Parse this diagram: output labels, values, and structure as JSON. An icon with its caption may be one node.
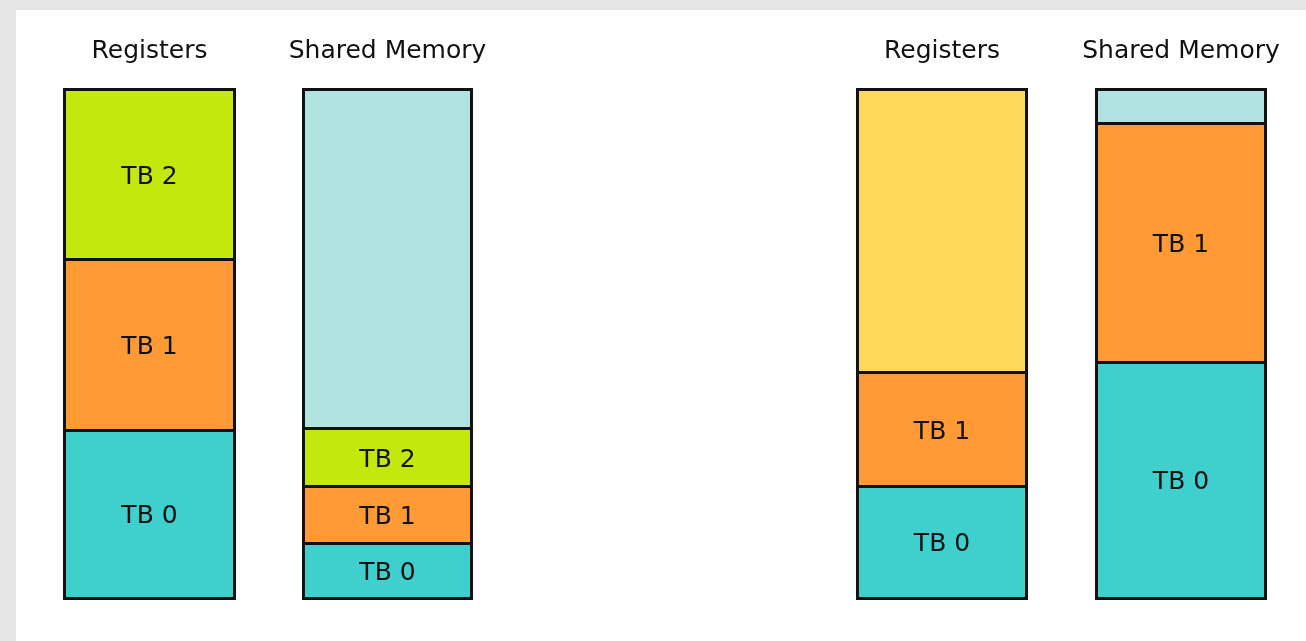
{
  "diagram": {
    "nodes": [
      {
        "text": [
          "Registers"
        ]
      },
      {
        "text": [
          "TB 2"
        ],
        "in": 0
      },
      {
        "text": [
          "TB 1"
        ],
        "in": 0
      },
      {
        "text": [
          "TB 0"
        ],
        "in": 0
      },
      {
        "text": [
          "Shared Memory"
        ]
      },
      {
        "text": [],
        "shape": "box",
        "in": 4
      },
      {
        "text": [
          "TB 2"
        ],
        "in": 4
      },
      {
        "text": [
          "TB 1"
        ],
        "in": 4
      },
      {
        "text": [
          "TB 0"
        ],
        "in": 4
      },
      {
        "text": [
          "Registers"
        ]
      },
      {
        "text": [],
        "shape": "box",
        "in": 9
      },
      {
        "text": [
          "TB 1"
        ],
        "in": 9
      },
      {
        "text": [
          "TB 0"
        ],
        "in": 9
      },
      {
        "text": [
          "Shared Memory"
        ]
      },
      {
        "text": [],
        "shape": "box",
        "in": 13
      },
      {
        "text": [
          "TB 1"
        ],
        "in": 13
      },
      {
        "text": [
          "TB 0"
        ],
        "in": 13
      }
    ]
  }
}
